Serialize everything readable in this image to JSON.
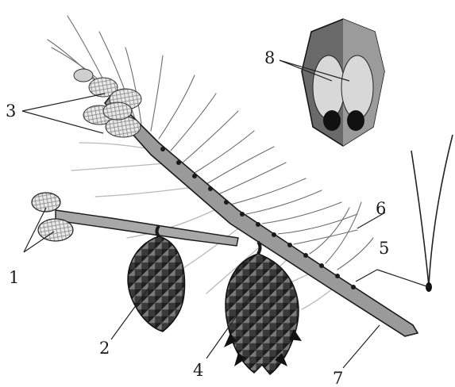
{
  "figure": {
    "labels": [
      "1",
      "2",
      "3",
      "4",
      "5",
      "6",
      "7",
      "8"
    ],
    "colors": {
      "outline": "#1a1a1a",
      "branch": "#8c8c8c",
      "needle": "#6d6d6d",
      "cone_dark": "#2e2e2e",
      "seed_shell": "#5a5a5a",
      "seed_wing": "#cfcfcf"
    }
  }
}
